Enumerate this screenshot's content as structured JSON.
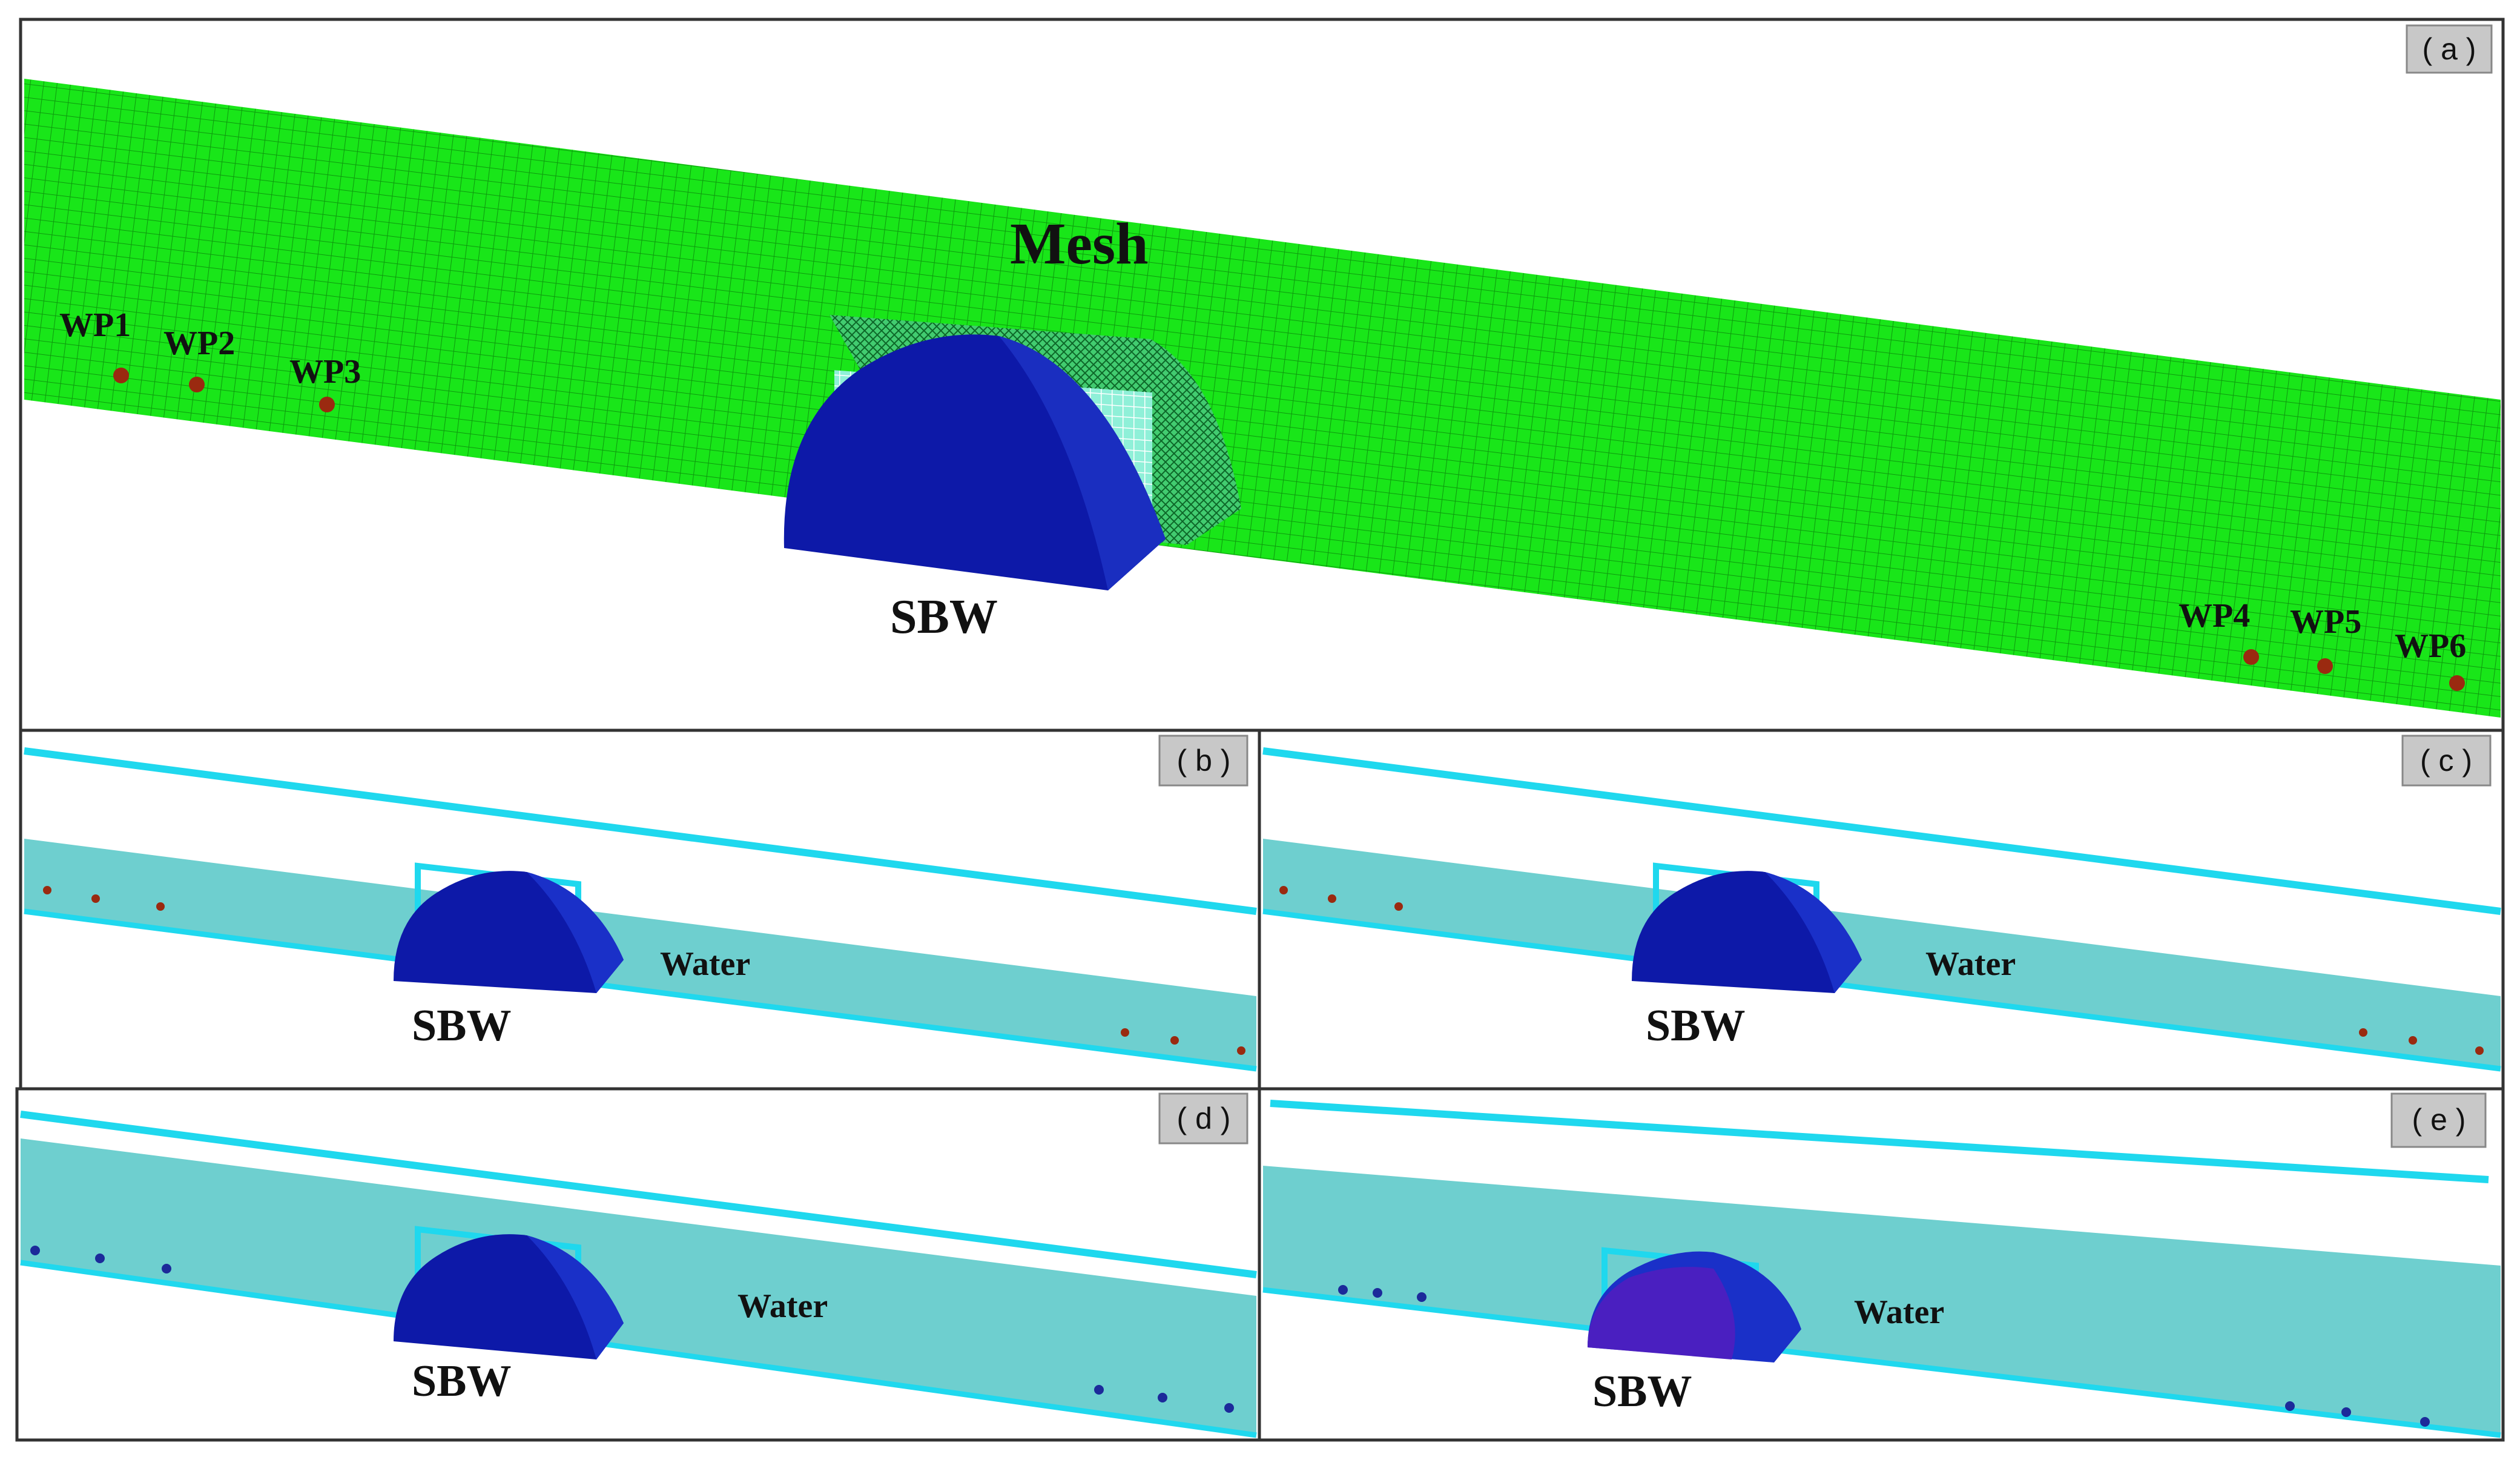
{
  "colors": {
    "mesh": "#19e619",
    "mesh_line": "#0d990d",
    "water": "#6ecfcf",
    "water_edge": "#1fd8ee",
    "wall": "#0d19a8",
    "wall_top": "#1a30c8",
    "wall_purple": "#4a1fc0",
    "probe_red": "#9a2a10",
    "probe_blue": "#1c2a9a",
    "tag_bg": "#c8c8c8"
  },
  "panels": {
    "a": {
      "tag": "( a )",
      "mesh_label": "Mesh",
      "structure_label": "SBW",
      "probes": [
        "WP1",
        "WP2",
        "WP3",
        "WP4",
        "WP5",
        "WP6"
      ]
    },
    "b": {
      "tag": "( b )",
      "structure_label": "SBW",
      "fluid_label": "Water"
    },
    "c": {
      "tag": "( c )",
      "structure_label": "SBW",
      "fluid_label": "Water"
    },
    "d": {
      "tag": "( d )",
      "structure_label": "SBW",
      "fluid_label": "Water"
    },
    "e": {
      "tag": "( e )",
      "structure_label": "SBW",
      "fluid_label": "Water"
    }
  }
}
